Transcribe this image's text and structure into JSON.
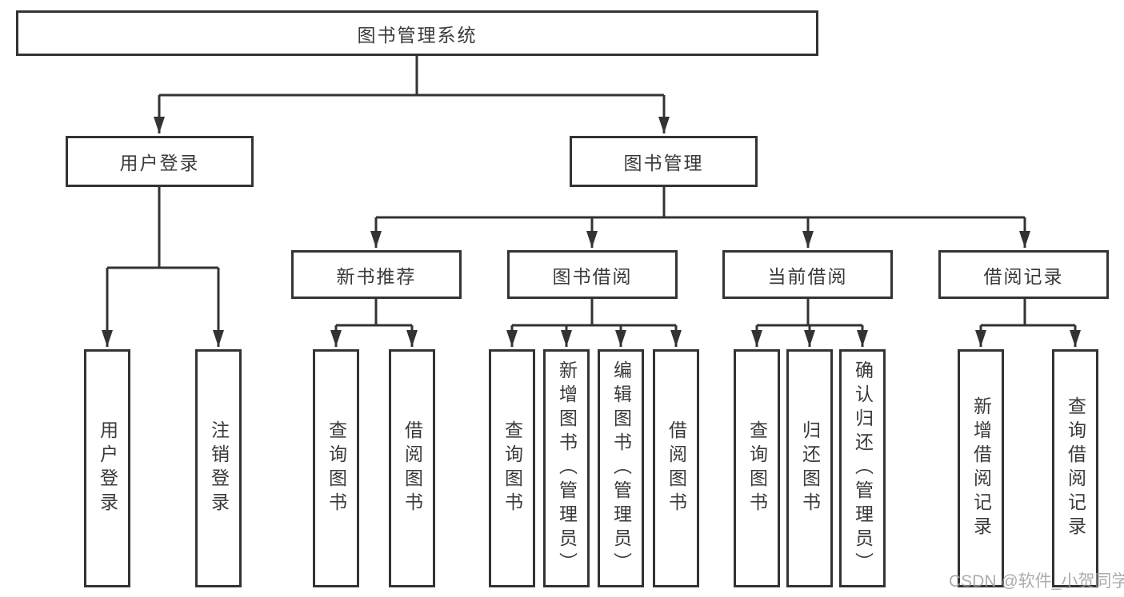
{
  "tree": {
    "root": {
      "label": "图书管理系统"
    },
    "level2": [
      {
        "label": "用户登录",
        "children": [
          {
            "label": "用户登录"
          },
          {
            "label": "注销登录"
          }
        ]
      },
      {
        "label": "图书管理",
        "children": [
          {
            "label": "新书推荐",
            "children": [
              {
                "label": "查询图书"
              },
              {
                "label": "借阅图书"
              }
            ]
          },
          {
            "label": "图书借阅",
            "children": [
              {
                "label": "查询图书"
              },
              {
                "label": "新增图书（管理员）"
              },
              {
                "label": "编辑图书（管理员）"
              },
              {
                "label": "借阅图书"
              }
            ]
          },
          {
            "label": "当前借阅",
            "children": [
              {
                "label": "查询图书"
              },
              {
                "label": "归还图书"
              },
              {
                "label": "确认归还（管理员）"
              }
            ]
          },
          {
            "label": "借阅记录",
            "children": [
              {
                "label": "新增借阅记录"
              },
              {
                "label": "查询借阅记录"
              }
            ]
          }
        ]
      }
    ]
  },
  "colors": {
    "line": "#333333",
    "box_border": "#333333",
    "text": "#3a3a3a",
    "background": "#ffffff",
    "watermark": "#9e9e9e"
  },
  "watermark": {
    "text": "CSDN @软件_小贺同学"
  }
}
